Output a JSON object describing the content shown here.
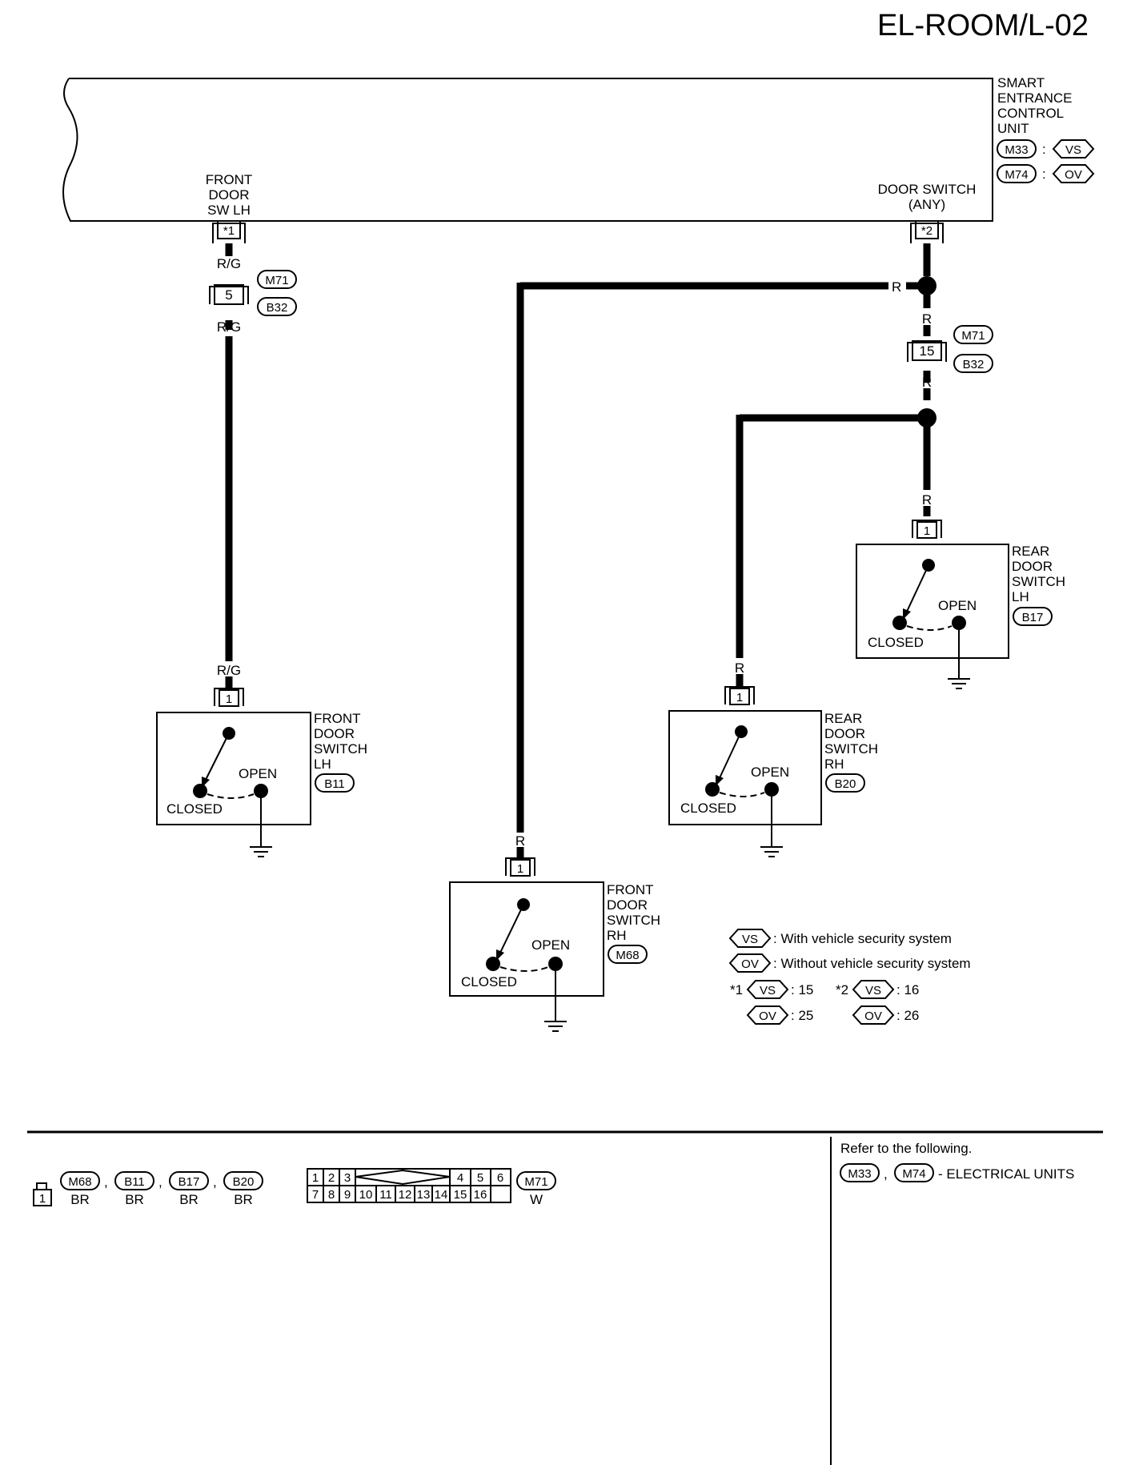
{
  "page_code": "EL-ROOM/L-02",
  "control_unit": {
    "lines": [
      "SMART",
      "ENTRANCE",
      "CONTROL",
      "UNIT"
    ],
    "variants": [
      {
        "connector": "M33",
        "option": "VS"
      },
      {
        "connector": "M74",
        "option": "OV"
      }
    ],
    "terminal_left": {
      "lines": [
        "FRONT",
        "DOOR",
        "SW LH"
      ],
      "pin": "*1"
    },
    "terminal_right": {
      "lines": [
        "DOOR SWITCH",
        "(ANY)"
      ],
      "pin": "*2"
    }
  },
  "wire_colors": {
    "rg": "R/G",
    "r": "R"
  },
  "joint_connectors": {
    "top": "M71",
    "bottom": "B32",
    "left_pin": "5",
    "right_pin": "15"
  },
  "switches": [
    {
      "id": "front-lh",
      "lines": [
        "FRONT",
        "DOOR",
        "SWITCH",
        "LH"
      ],
      "connector": "B11",
      "pin": "1",
      "open": "OPEN",
      "closed": "CLOSED"
    },
    {
      "id": "front-rh",
      "lines": [
        "FRONT",
        "DOOR",
        "SWITCH",
        "RH"
      ],
      "connector": "M68",
      "pin": "1",
      "open": "OPEN",
      "closed": "CLOSED"
    },
    {
      "id": "rear-rh",
      "lines": [
        "REAR",
        "DOOR",
        "SWITCH",
        "RH"
      ],
      "connector": "B20",
      "pin": "1",
      "open": "OPEN",
      "closed": "CLOSED"
    },
    {
      "id": "rear-lh",
      "lines": [
        "REAR",
        "DOOR",
        "SWITCH",
        "LH"
      ],
      "connector": "B17",
      "pin": "1",
      "open": "OPEN",
      "closed": "CLOSED"
    }
  ],
  "legend": {
    "vs": {
      "code": "VS",
      "text": ": With vehicle security system"
    },
    "ov": {
      "code": "OV",
      "text": ": Without vehicle security system"
    },
    "star1": {
      "mark": "*1",
      "vs_value": ": 15",
      "ov_value": ": 25"
    },
    "star2": {
      "mark": "*2",
      "vs_value": ": 16",
      "ov_value": ": 26"
    }
  },
  "connector_views": {
    "single": {
      "pin": "1",
      "items": [
        {
          "code": "M68",
          "color": "BR"
        },
        {
          "code": "B11",
          "color": "BR"
        },
        {
          "code": "B17",
          "color": "BR"
        },
        {
          "code": "B20",
          "color": "BR"
        }
      ],
      "separator": ","
    },
    "multi": {
      "code": "M71",
      "color": "W",
      "top_pins": [
        "1",
        "2",
        "3",
        "4",
        "5",
        "6"
      ],
      "bottom_pins": [
        "7",
        "8",
        "9",
        "10",
        "11",
        "12",
        "13",
        "14",
        "15",
        "16"
      ]
    }
  },
  "reference": {
    "heading": "Refer to the following.",
    "codes": [
      "M33",
      "M74"
    ],
    "separator": ",",
    "text": "- ELECTRICAL UNITS"
  }
}
